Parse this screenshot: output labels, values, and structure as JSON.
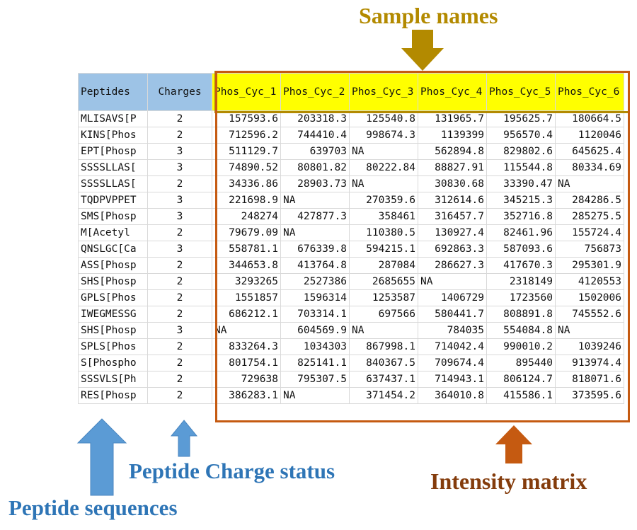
{
  "labels": {
    "sample_names": "Sample names",
    "charge_status": "Peptide Charge status",
    "peptide_sequences": "Peptide sequences",
    "intensity_matrix": "Intensity matrix"
  },
  "colors": {
    "header_blue": "#9dc3e6",
    "header_yellow": "#ffff00",
    "sample_box": "#b38a00",
    "matrix_box": "#c55a11",
    "blue_text": "#2e75b6",
    "brown_text": "#843c0c",
    "arrow_blue": "#5b9bd5"
  },
  "table": {
    "headers": [
      "Peptides",
      "Charges",
      "Phos_Cyc_1",
      "Phos_Cyc_2",
      "Phos_Cyc_3",
      "Phos_Cyc_4",
      "Phos_Cyc_5",
      "Phos_Cyc_6"
    ],
    "rows": [
      [
        "MLISAVS[P",
        "2",
        "157593.6",
        "203318.3",
        "125540.8",
        "131965.7",
        "195625.7",
        "180664.5"
      ],
      [
        "KINS[Phos",
        "2",
        "712596.2",
        "744410.4",
        "998674.3",
        "1139399",
        "956570.4",
        "1120046"
      ],
      [
        "EPT[Phosp",
        "3",
        "511129.7",
        "639703",
        "NA",
        "562894.8",
        "829802.6",
        "645625.4"
      ],
      [
        "SSSSLLAS[",
        "3",
        "74890.52",
        "80801.82",
        "80222.84",
        "88827.91",
        "115544.8",
        "80334.69"
      ],
      [
        "SSSSLLAS[",
        "2",
        "34336.86",
        "28903.73",
        "NA",
        "30830.68",
        "33390.47",
        "NA"
      ],
      [
        "TQDPVPPET",
        "3",
        "221698.9",
        "NA",
        "270359.6",
        "312614.6",
        "345215.3",
        "284286.5"
      ],
      [
        "SMS[Phosp",
        "3",
        "248274",
        "427877.3",
        "358461",
        "316457.7",
        "352716.8",
        "285275.5"
      ],
      [
        "M[Acetyl",
        "2",
        "79679.09",
        "NA",
        "110380.5",
        "130927.4",
        "82461.96",
        "155724.4"
      ],
      [
        "QNSLGC[Ca",
        "3",
        "558781.1",
        "676339.8",
        "594215.1",
        "692863.3",
        "587093.6",
        "756873"
      ],
      [
        "ASS[Phosp",
        "2",
        "344653.8",
        "413764.8",
        "287084",
        "286627.3",
        "417670.3",
        "295301.9"
      ],
      [
        "SHS[Phosp",
        "2",
        "3293265",
        "2527386",
        "2685655",
        "NA",
        "2318149",
        "4120553"
      ],
      [
        "GPLS[Phos",
        "2",
        "1551857",
        "1596314",
        "1253587",
        "1406729",
        "1723560",
        "1502006"
      ],
      [
        "IWEGMESSG",
        "2",
        "686212.1",
        "703314.1",
        "697566",
        "580441.7",
        "808891.8",
        "745552.6"
      ],
      [
        "SHS[Phosp",
        "3",
        "NA",
        "604569.9",
        "NA",
        "784035",
        "554084.8",
        "NA"
      ],
      [
        "SPLS[Phos",
        "2",
        "833264.3",
        "1034303",
        "867998.1",
        "714042.4",
        "990010.2",
        "1039246"
      ],
      [
        "S[Phospho",
        "2",
        "801754.1",
        "825141.1",
        "840367.5",
        "709674.4",
        "895440",
        "913974.4"
      ],
      [
        "SSSVLS[Ph",
        "2",
        "729638",
        "795307.5",
        "637437.1",
        "714943.1",
        "806124.7",
        "818071.6"
      ],
      [
        "RES[Phosp",
        "2",
        "386283.1",
        "NA",
        "371454.2",
        "364010.8",
        "415586.1",
        "373595.6"
      ]
    ]
  }
}
